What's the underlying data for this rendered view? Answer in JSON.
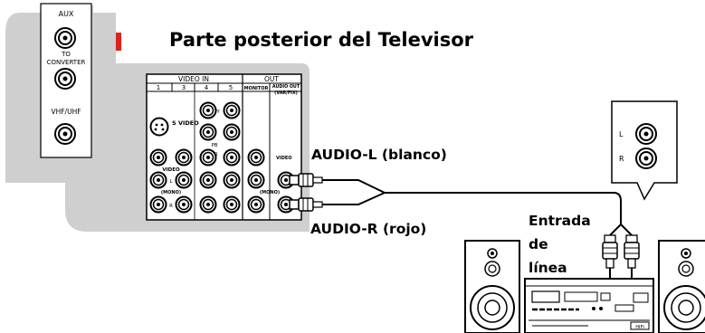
{
  "title": "Parte posterior del Televisor",
  "labels": {
    "audio_l": "AUDIO-L (blanco)",
    "audio_r": "AUDIO-R (rojo)",
    "entrada": [
      "Entrada",
      "de",
      "línea"
    ]
  },
  "left_panel": {
    "aux": "AUX",
    "to": "TO",
    "converter": "CONVERTER",
    "vhf_uhf": "VHF/UHF"
  },
  "jack_panel": {
    "video_in": "VIDEO IN",
    "out": "OUT",
    "columns": [
      "1",
      "3",
      "4",
      "5"
    ],
    "monitor": "MONITOR",
    "audio_out_1": "AUDIO OUT",
    "audio_out_2": "(VAR/FIX)",
    "s_video": "S VIDEO",
    "video_left": "VIDEO",
    "video_right": "VIDEO",
    "mono_left": "(MONO)",
    "mono_right": "(MONO)",
    "l": "L",
    "r": "R",
    "y": "Y",
    "pb": "PB",
    "pr": "PR"
  },
  "bubble": {
    "l": "L",
    "r": "R"
  },
  "receiver_badge": "HIFI",
  "colors": {
    "panel_gray": "#cfcfcf",
    "red_marker": "#e0201c",
    "white": "#ffffff",
    "black": "#000000"
  }
}
